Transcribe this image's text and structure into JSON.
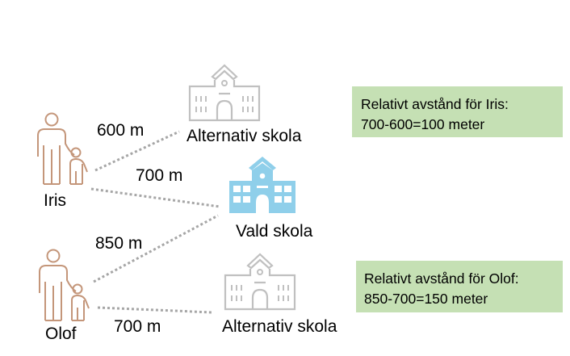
{
  "colors": {
    "person": "#c4967a",
    "school_alt": "#c0c0c0",
    "school_chosen": "#8fcfea",
    "note_bg": "#c5e0b4"
  },
  "people": [
    {
      "name": "Iris",
      "icon": "parent-child-icon"
    },
    {
      "name": "Olof",
      "icon": "parent-child-icon"
    }
  ],
  "schools": [
    {
      "label": "Alternativ skola",
      "icon": "school-icon"
    },
    {
      "label": "Vald skola",
      "icon": "school-icon"
    },
    {
      "label": "Alternativ skola",
      "icon": "school-icon"
    }
  ],
  "distances": [
    {
      "from": "Iris",
      "to": "Alternativ skola",
      "label": "600 m"
    },
    {
      "from": "Iris",
      "to": "Vald skola",
      "label": "700 m"
    },
    {
      "from": "Olof",
      "to": "Vald skola",
      "label": "850 m"
    },
    {
      "from": "Olof",
      "to": "Alternativ skola",
      "label": "700 m"
    }
  ],
  "notes": [
    {
      "line1": "Relativt avstånd för Iris:",
      "line2": "700-600=100 meter"
    },
    {
      "line1": "Relativt avstånd för Olof:",
      "line2": "850-700=150 meter"
    }
  ]
}
